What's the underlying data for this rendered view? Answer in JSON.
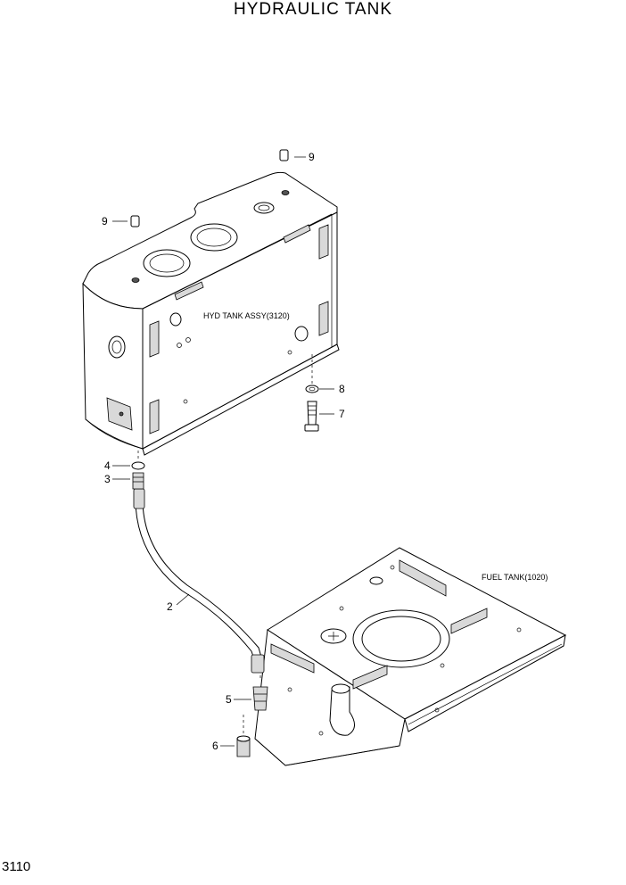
{
  "title": "HYDRAULIC TANK",
  "page_number": "3110",
  "notes": {
    "hyd_tank": "HYD TANK ASSY(3120)",
    "fuel_tank": "FUEL TANK(1020)"
  },
  "callouts": {
    "c9a": "9",
    "c9b": "9",
    "c8": "8",
    "c7": "7",
    "c4": "4",
    "c3": "3",
    "c2": "2",
    "c5": "5",
    "c6": "6"
  }
}
